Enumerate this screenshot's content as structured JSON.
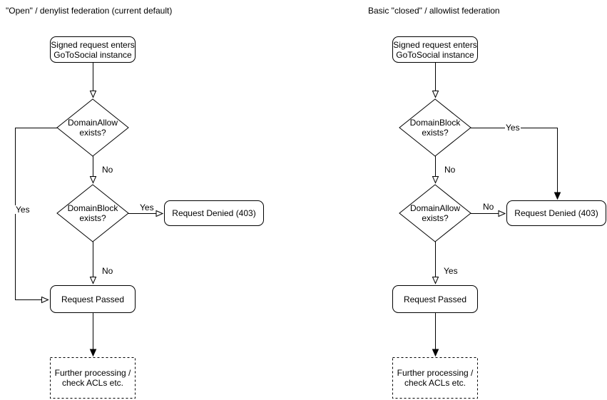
{
  "diagram": {
    "stroke_color": "#000000",
    "background_color": "#ffffff",
    "left": {
      "title": "\"Open\" / denylist federation (current default)",
      "nodes": {
        "start": {
          "line1": "Signed request enters",
          "line2": "GoToSocial instance"
        },
        "decision1": {
          "line1": "DomainAllow",
          "line2": "exists?"
        },
        "decision2": {
          "line1": "DomainBlock",
          "line2": "exists?"
        },
        "denied": {
          "label": "Request Denied (403)"
        },
        "passed": {
          "label": "Request Passed"
        },
        "further": {
          "line1": "Further processing /",
          "line2": "check ACLs etc."
        }
      },
      "edge_labels": {
        "decision1_no": "No",
        "decision1_yes": "Yes",
        "decision2_yes": "Yes",
        "decision2_no": "No"
      }
    },
    "right": {
      "title": "Basic \"closed\" / allowlist federation",
      "nodes": {
        "start": {
          "line1": "Signed request enters",
          "line2": "GoToSocial instance"
        },
        "decision1": {
          "line1": "DomainBlock",
          "line2": "exists?"
        },
        "decision2": {
          "line1": "DomainAllow",
          "line2": "exists?"
        },
        "denied": {
          "label": "Request Denied (403)"
        },
        "passed": {
          "label": "Request Passed"
        },
        "further": {
          "line1": "Further processing /",
          "line2": "check ACLs etc."
        }
      },
      "edge_labels": {
        "decision1_yes": "Yes",
        "decision1_no": "No",
        "decision2_no": "No",
        "decision2_yes": "Yes"
      }
    }
  }
}
